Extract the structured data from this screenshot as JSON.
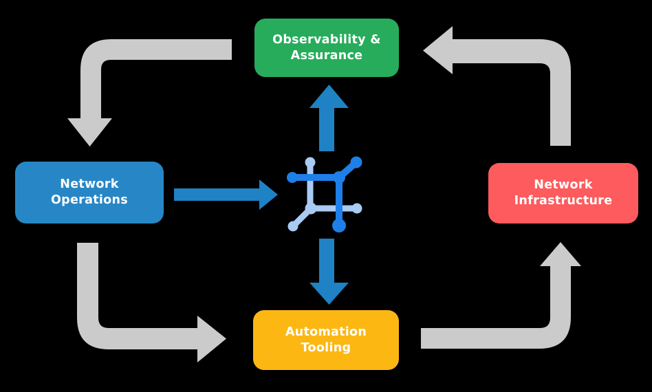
{
  "diagram": {
    "nodes": {
      "observability": {
        "label": "Observability & Assurance",
        "line1": "Observability &",
        "line2": "Assurance"
      },
      "operations": {
        "label": "Network Operations",
        "line1": "Network",
        "line2": "Operations"
      },
      "infrastructure": {
        "label": "Network Infrastructure",
        "line1": "Network",
        "line2": "Infrastructure"
      },
      "automation": {
        "label": "Automation Tooling",
        "line1": "Automation",
        "line2": "Tooling"
      }
    },
    "center_icon": {
      "name": "network-mesh-icon"
    },
    "flows": [
      {
        "from": "observability-assurance",
        "to": "network-operations",
        "style": "gray"
      },
      {
        "from": "network-operations",
        "to": "automation-tooling",
        "style": "gray"
      },
      {
        "from": "automation-tooling",
        "to": "network-infrastructure",
        "style": "gray"
      },
      {
        "from": "network-infrastructure",
        "to": "observability-assurance",
        "style": "gray"
      },
      {
        "from": "network-operations",
        "to": "center-icon",
        "style": "blue"
      },
      {
        "from": "center-icon",
        "to": "observability-assurance",
        "style": "blue"
      },
      {
        "from": "center-icon",
        "to": "automation-tooling",
        "style": "blue"
      }
    ]
  },
  "colors": {
    "background": "#000000",
    "text": "#FFFFFF",
    "gray_arrow": "#CBCBCB",
    "blue_arrow": "#1F82C5",
    "node_observability": "#27AC5C",
    "node_operations": "#2787C6",
    "node_infrastructure": "#FD5B5D",
    "node_automation": "#FCB713",
    "icon_primary": "#1E7FE8",
    "icon_secondary": "#A9CBF3"
  }
}
